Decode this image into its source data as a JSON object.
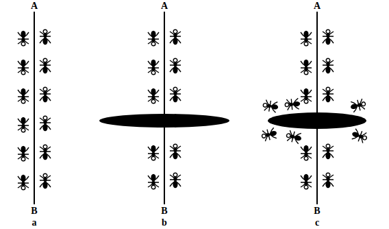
{
  "diagram": {
    "labels": [
      "A",
      "A",
      "A",
      "B",
      "B",
      "B",
      "a",
      "b",
      "c"
    ]
  }
}
